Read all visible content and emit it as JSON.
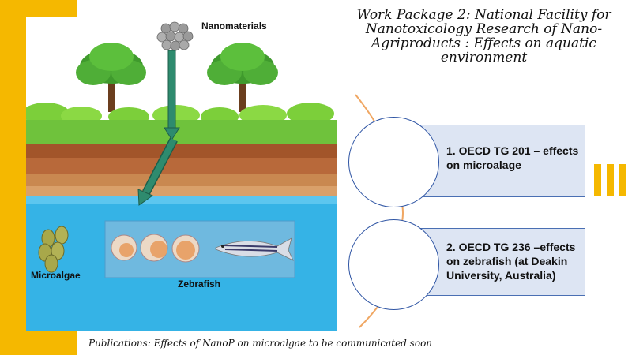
{
  "illustration": {
    "nanomaterials_label": "Nanomaterials",
    "microalgae_label": "Microalgae",
    "zebrafish_label": "Zebrafish"
  },
  "title": "Work Package 2: National Facility for Nanotoxicology Research of Nano-Agriproducts : Effects on aquatic environment",
  "steps": [
    {
      "text": "1. OECD TG 201 – effects on microalage"
    },
    {
      "text": "2. OECD TG 236 –effects on zebrafish (at Deakin University, Australia)"
    }
  ],
  "footer": "Publications: Effects of NanoP  on microalgae to be communicated soon",
  "colors": {
    "accent_yellow": "#f5b800",
    "box_fill": "#dde5f3",
    "box_border": "#4a6fb3",
    "circle_border": "#2f55a4",
    "arrow": "#2e8b6e",
    "connector": "#f0a763",
    "water": "#35b3e6"
  }
}
